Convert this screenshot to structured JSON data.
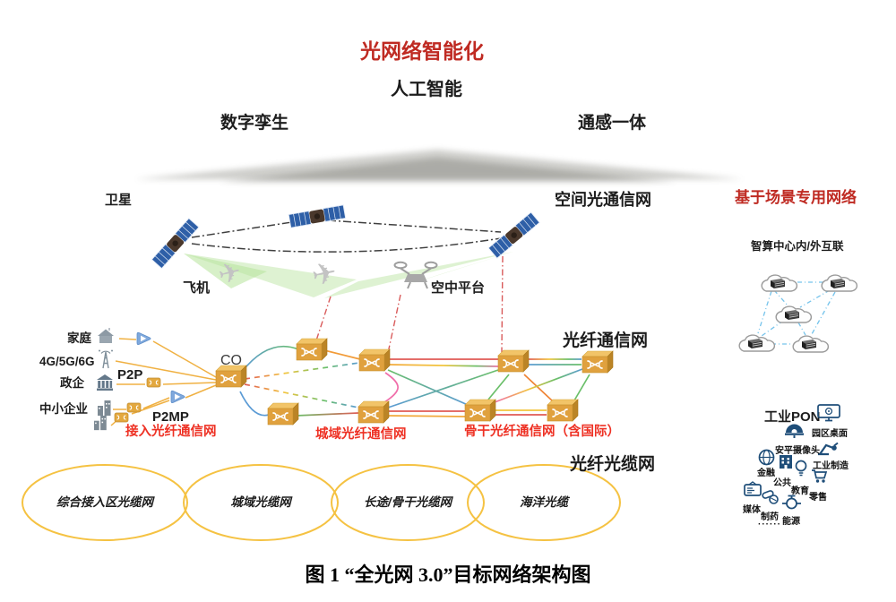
{
  "header": {
    "title": "光网络智能化",
    "subtitle": "人工智能",
    "left_tech": "数字孪生",
    "right_tech": "通感一体"
  },
  "space": {
    "satellite": "卫星",
    "aircraft": "飞机",
    "platform": "空中平台",
    "network": "空间光通信网",
    "plane_glyph": "✈"
  },
  "access": {
    "home": "家庭",
    "mobile": "4G/5G/6G",
    "government": "政企",
    "smb": "中小企业",
    "p2p": "P2P",
    "p2mp": "P2MP",
    "co": "CO",
    "network": "接入光纤通信网"
  },
  "metro": {
    "network": "城域光纤通信网"
  },
  "backbone": {
    "network": "骨干光纤通信网（含国际）",
    "fiber_network": "光纤通信网"
  },
  "cable": {
    "network": "光纤光缆网",
    "segments": [
      "综合接入区光缆网",
      "城域光缆网",
      "长途/骨干光缆网",
      "海洋光缆"
    ]
  },
  "scene": {
    "title": "基于场景专用网络",
    "dc_interconnect": "智算中心内/外互联",
    "industrial_pon": "工业PON",
    "industries": [
      "园区桌面",
      "安平摄像头",
      "工业制造",
      "金融",
      "公共",
      "教育",
      "零售",
      "媒体",
      "制药",
      "能源"
    ],
    "more": "······"
  },
  "caption": "图 1  “全光网 3.0”目标网络架构图",
  "colors": {
    "title_red": "#bf2a22",
    "label_red": "#ee3124",
    "line_orange": "#f0b143",
    "ellipse_orange": "#f5c242",
    "icon_blue": "#1f4e79",
    "cloud_link_blue": "#76c4ec",
    "beam_green": "#b6e39b"
  }
}
